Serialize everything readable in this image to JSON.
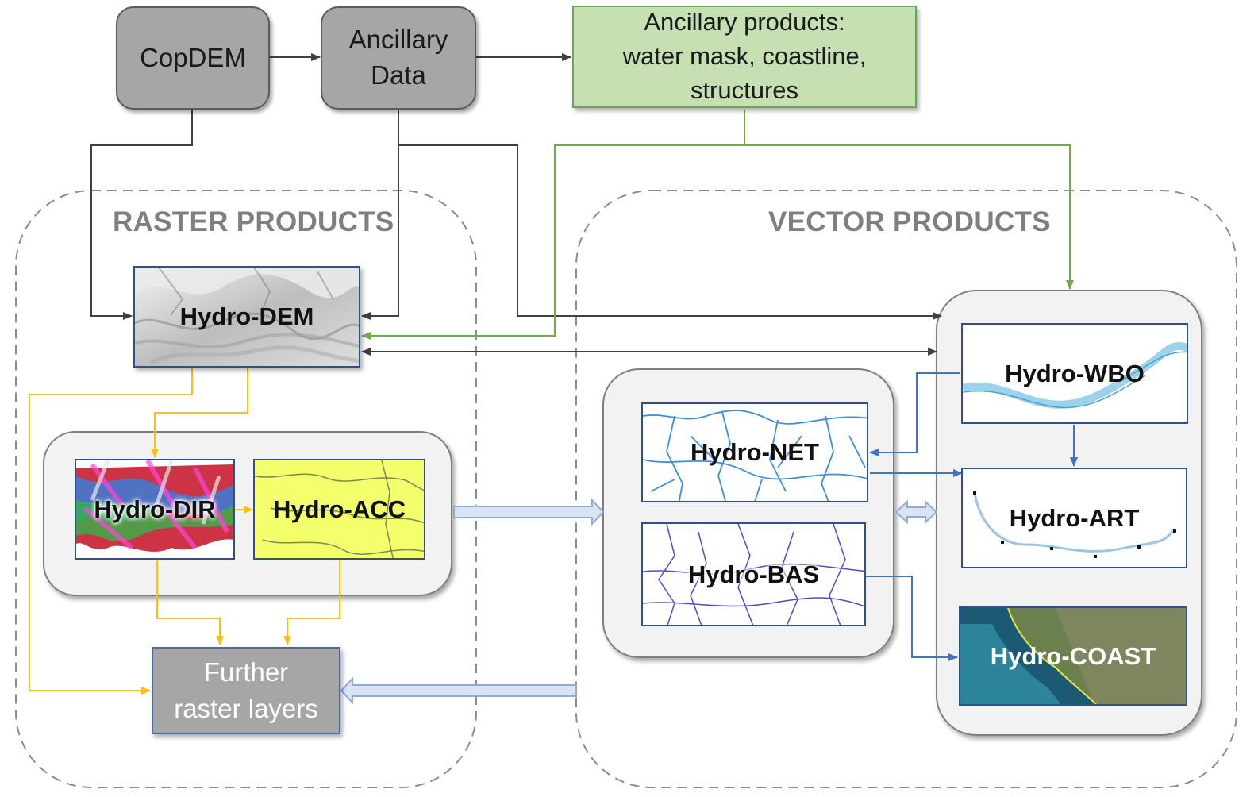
{
  "nodes": {
    "copdem": "CopDEM",
    "ancillary_data": [
      "Ancillary",
      "Data"
    ],
    "ancillary_products": [
      "Ancillary products:",
      "water mask, coastline,",
      "structures"
    ]
  },
  "groups": {
    "raster_title": "RASTER PRODUCTS",
    "vector_title": "VECTOR PRODUCTS"
  },
  "products": {
    "hydro_dem": "Hydro-DEM",
    "hydro_dir": "Hydro-DIR",
    "hydro_acc": "Hydro-ACC",
    "further": [
      "Further",
      "raster layers"
    ],
    "hydro_net": "Hydro-NET",
    "hydro_bas": "Hydro-BAS",
    "hydro_wbo": "Hydro-WBO",
    "hydro_art": "Hydro-ART",
    "hydro_coast": "Hydro-COAST"
  },
  "colors": {
    "gray_arrow": "#404040",
    "green_arrow": "#70ad47",
    "orange_arrow": "#ffc000",
    "blue_arrow": "#4472c4",
    "double_arrow_fill": "#dae3f3",
    "double_arrow_stroke": "#8faadc"
  }
}
